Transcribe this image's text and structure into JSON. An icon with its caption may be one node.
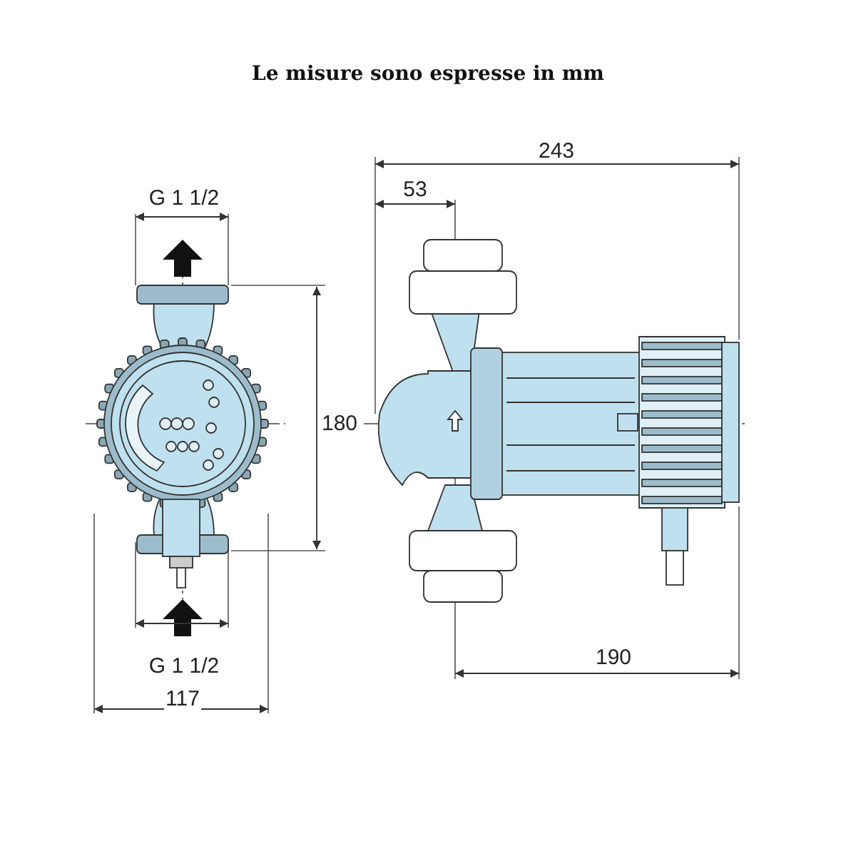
{
  "diagram": {
    "title": "Le misure sono espresse in mm",
    "labels": [
      "G 1 1/2",
      "243",
      "53",
      "180",
      "G 1 1/2",
      "190",
      "117"
    ]
  }
}
